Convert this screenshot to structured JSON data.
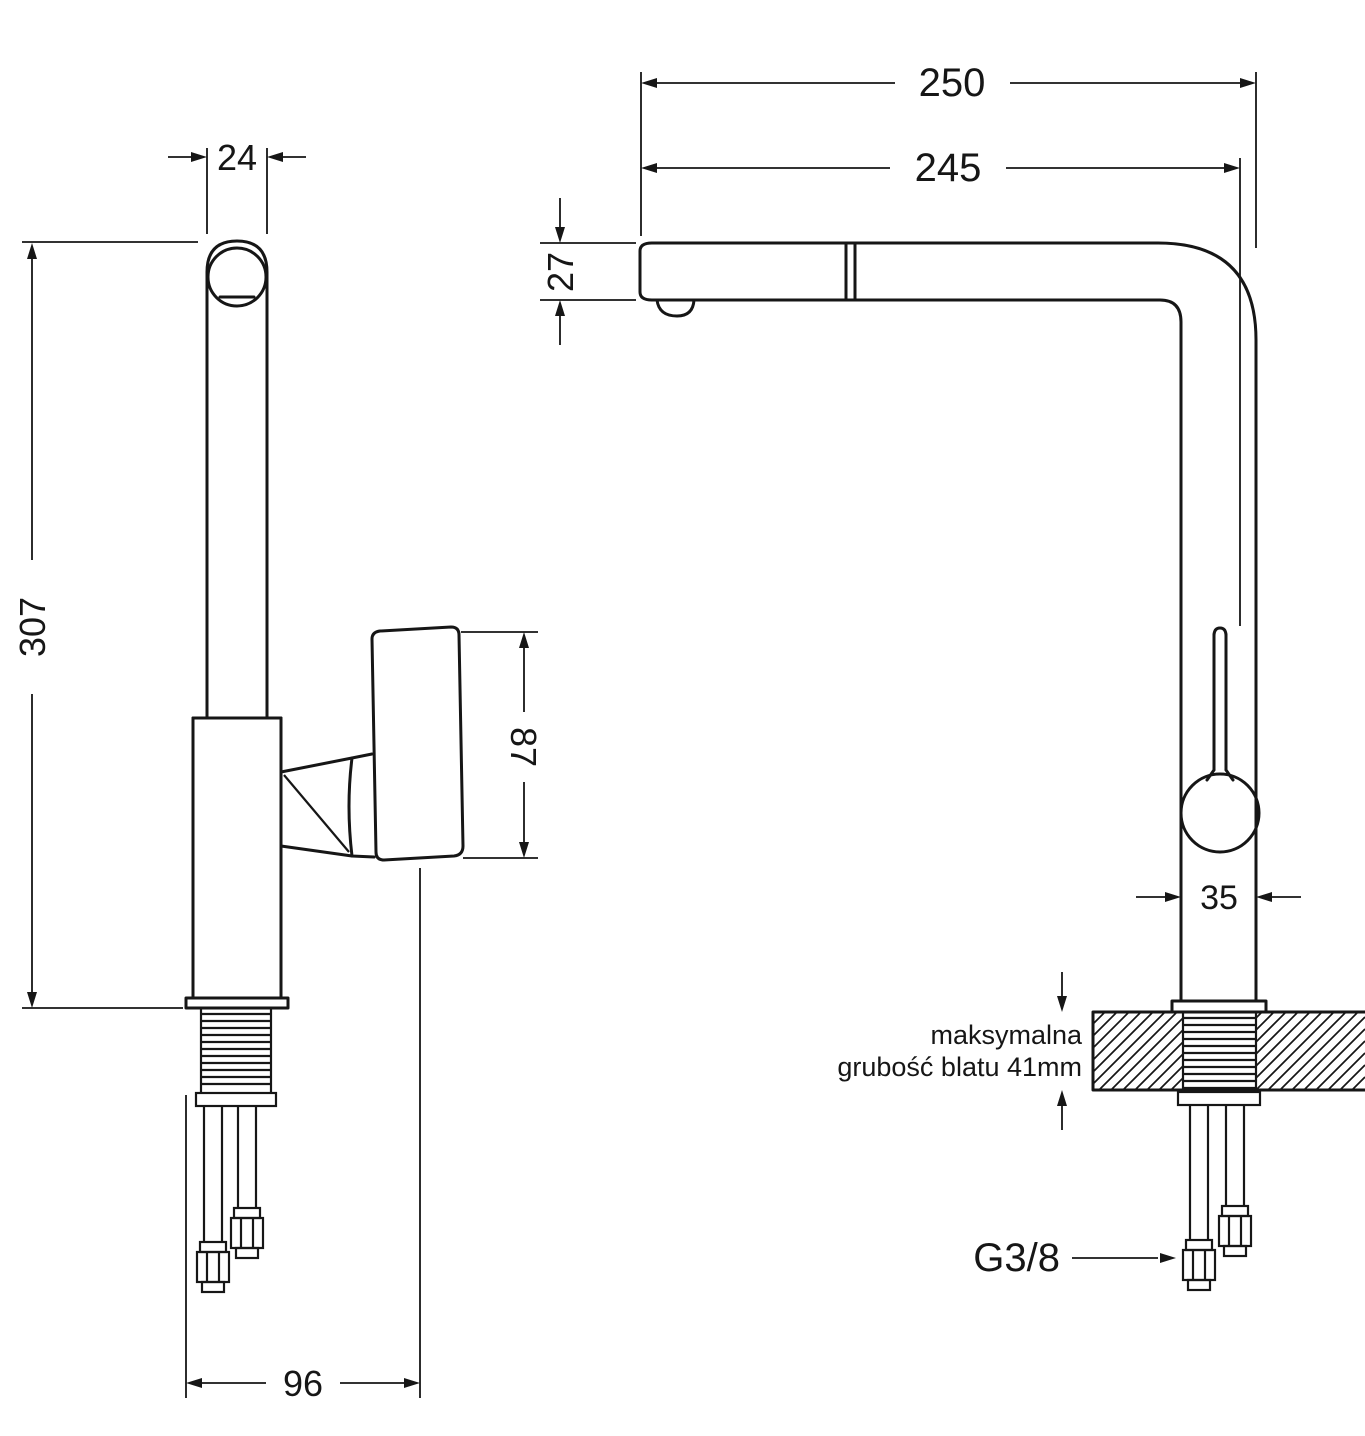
{
  "side_view": {
    "spout_width": "24",
    "total_height": "307",
    "handle_length": "87",
    "base_depth": "96"
  },
  "front_view": {
    "total_reach": "250",
    "spout_reach": "245",
    "spout_height": "27",
    "body_diameter": "35",
    "thread_size": "G3/8",
    "countertop_note_line1": "maksymalna",
    "countertop_note_line2": "grubość blatu 41mm"
  }
}
